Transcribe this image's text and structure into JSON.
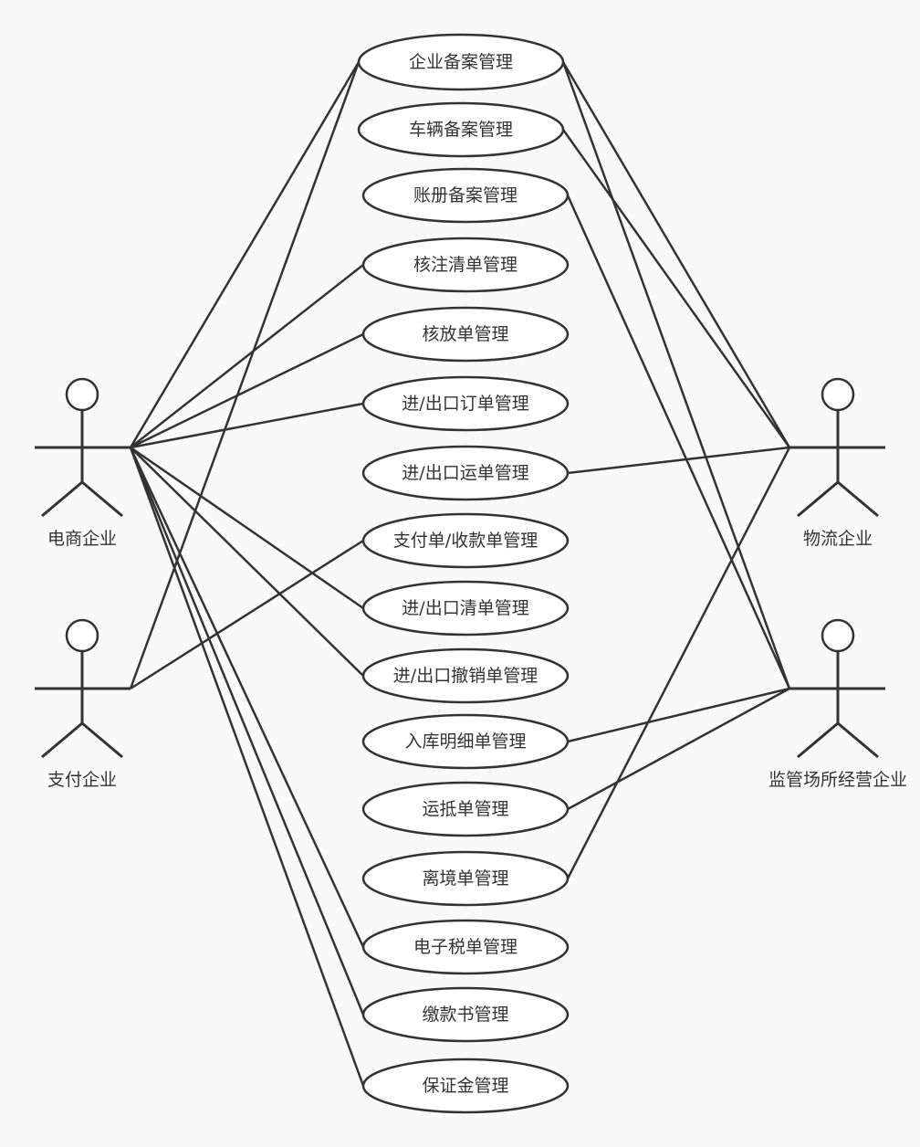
{
  "diagram": {
    "type": "use-case",
    "colors": {
      "background": "#f9f9f9",
      "stroke": "#333333",
      "fill": "#ffffff",
      "text": "#333333"
    },
    "actors": [
      {
        "id": "ecommerce",
        "label": "电商企业"
      },
      {
        "id": "payment",
        "label": "支付企业"
      },
      {
        "id": "logistics",
        "label": "物流企业"
      },
      {
        "id": "supervision",
        "label": "监管场所经营企业"
      }
    ],
    "use_cases": [
      {
        "id": "uc0",
        "label": "企业备案管理"
      },
      {
        "id": "uc1",
        "label": "车辆备案管理"
      },
      {
        "id": "uc2",
        "label": "账册备案管理"
      },
      {
        "id": "uc3",
        "label": "核注清单管理"
      },
      {
        "id": "uc4",
        "label": "核放单管理"
      },
      {
        "id": "uc5",
        "label": "进/出口订单管理"
      },
      {
        "id": "uc6",
        "label": "进/出口运单管理"
      },
      {
        "id": "uc7",
        "label": "支付单/收款单管理"
      },
      {
        "id": "uc8",
        "label": "进/出口清单管理"
      },
      {
        "id": "uc9",
        "label": "进/出口撤销单管理"
      },
      {
        "id": "uc10",
        "label": "入库明细单管理"
      },
      {
        "id": "uc11",
        "label": "运抵单管理"
      },
      {
        "id": "uc12",
        "label": "离境单管理"
      },
      {
        "id": "uc13",
        "label": "电子税单管理"
      },
      {
        "id": "uc14",
        "label": "缴款书管理"
      },
      {
        "id": "uc15",
        "label": "保证金管理"
      }
    ],
    "associations": [
      {
        "actor": "ecommerce",
        "use_case": "uc0"
      },
      {
        "actor": "payment",
        "use_case": "uc0"
      },
      {
        "actor": "logistics",
        "use_case": "uc0"
      },
      {
        "actor": "supervision",
        "use_case": "uc0"
      },
      {
        "actor": "logistics",
        "use_case": "uc1"
      },
      {
        "actor": "supervision",
        "use_case": "uc2"
      },
      {
        "actor": "ecommerce",
        "use_case": "uc3"
      },
      {
        "actor": "ecommerce",
        "use_case": "uc4"
      },
      {
        "actor": "ecommerce",
        "use_case": "uc5"
      },
      {
        "actor": "logistics",
        "use_case": "uc6"
      },
      {
        "actor": "payment",
        "use_case": "uc7"
      },
      {
        "actor": "ecommerce",
        "use_case": "uc8"
      },
      {
        "actor": "ecommerce",
        "use_case": "uc9"
      },
      {
        "actor": "supervision",
        "use_case": "uc10"
      },
      {
        "actor": "supervision",
        "use_case": "uc11"
      },
      {
        "actor": "logistics",
        "use_case": "uc12"
      },
      {
        "actor": "ecommerce",
        "use_case": "uc13"
      },
      {
        "actor": "ecommerce",
        "use_case": "uc14"
      },
      {
        "actor": "ecommerce",
        "use_case": "uc15"
      }
    ]
  }
}
